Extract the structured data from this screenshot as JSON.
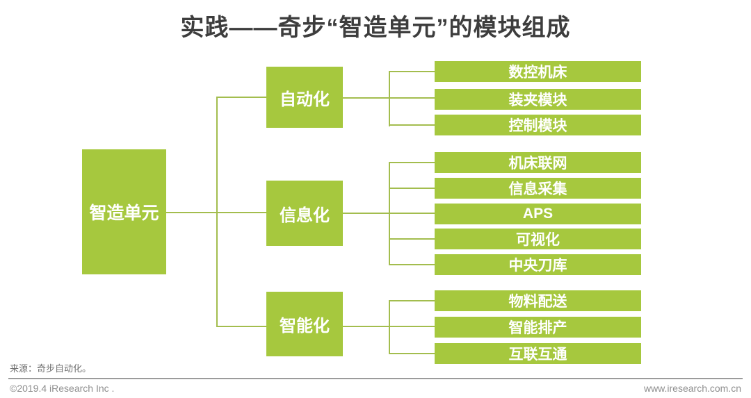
{
  "title": "实践——奇步“智造单元”的模块组成",
  "root": {
    "label": "智造单元"
  },
  "groups": [
    {
      "label": "自动化",
      "children": [
        "数控机床",
        "装夹模块",
        "控制模块"
      ]
    },
    {
      "label": "信息化",
      "children": [
        "机床联网",
        "信息采集",
        "APS",
        "可视化",
        "中央刀库"
      ]
    },
    {
      "label": "智能化",
      "children": [
        "物料配送",
        "智能排产",
        "互联互通"
      ]
    }
  ],
  "footer": {
    "source": "来源：奇步自动化。",
    "copyright": "©2019.4 iResearch Inc .",
    "website": "www.iresearch.com.cn"
  },
  "colors": {
    "box_green": "#a6c83e",
    "line_green": "#a3bd4e",
    "title_text": "#3d3d3d",
    "footer_text": "#8e8e8e"
  }
}
